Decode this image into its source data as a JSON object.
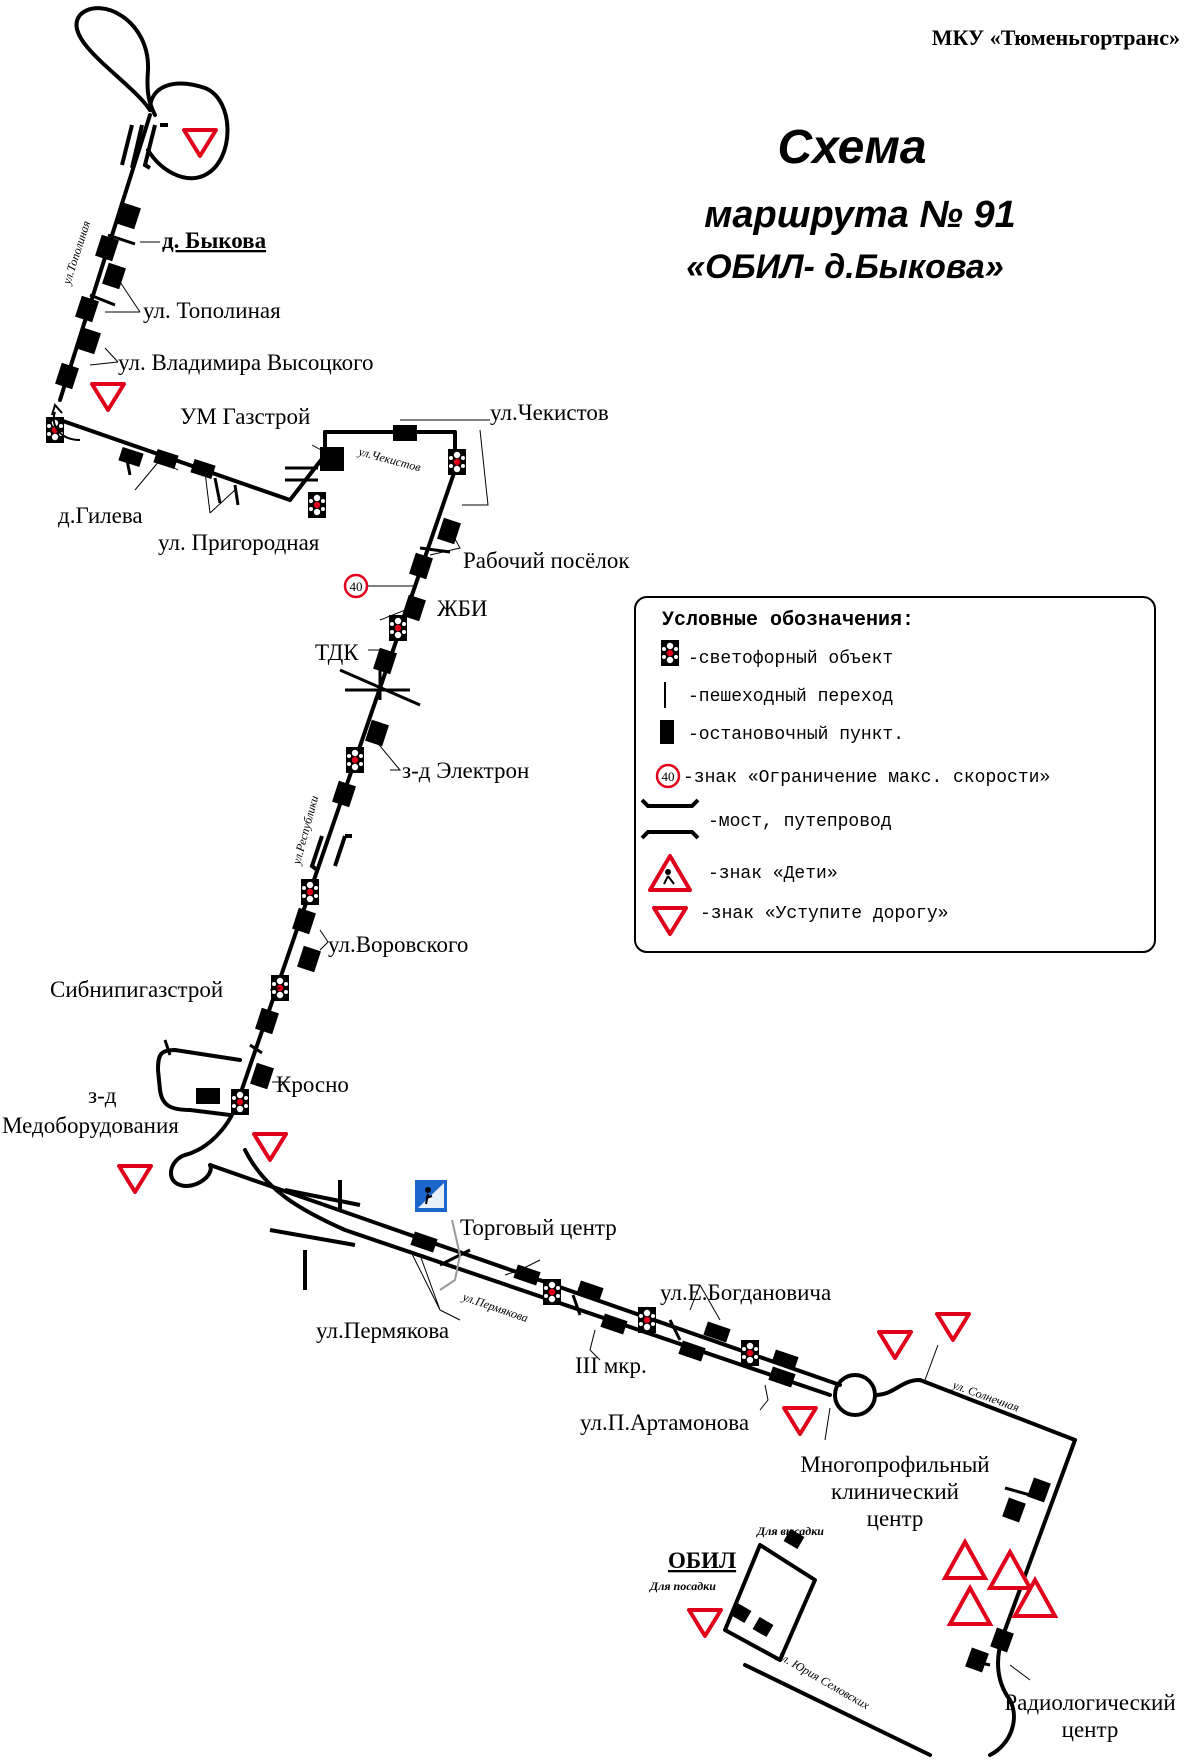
{
  "header": {
    "org": "МКУ «Тюменьгортранс»",
    "title": "Схема",
    "subtitle": "маршрута № 91",
    "route": "«ОБИЛ- д.Быкова»"
  },
  "stops": {
    "bykova": "д. Быкова",
    "topolinaya": "ул. Тополиная",
    "vysotskogo": "ул. Владимира Высоцкого",
    "um_gazstroy": "УМ Газстрой",
    "chekistov": "ул.Чекистов",
    "gileva": "д.Гилева",
    "prigorodnaya": "ул. Пригородная",
    "rabochiy": "Рабочий посёлок",
    "zhbi": "ЖБИ",
    "tdk": "ТДК",
    "elektron": "з-д Электрон",
    "vorovskogo": "ул.Воровского",
    "sibnipi": "Сибнипигазстрой",
    "krosno": "Кросно",
    "medob_1": "з-д",
    "medob_2": "Медоборудования",
    "torgovy": "Торговый центр",
    "bogdanovicha": "ул.Е.Богдановича",
    "permyakova": "ул.Пермякова",
    "iii_mkr": "III мкр.",
    "artamonova": "ул.П.Артамонова",
    "mkc_1": "Многопрофильный",
    "mkc_2": "клинический",
    "mkc_3": "центр",
    "obil": "ОБИЛ",
    "radio_1": "Радиологический",
    "radio_2": "центр"
  },
  "streets": {
    "topolinaya": "ул.Тополиная",
    "chekistov": "ул.Чекистов",
    "respubliki": "ул.Республики",
    "permyakova": "ул.Пермякова",
    "solnechnaya": "ул. Солнечная",
    "semovskikh": "ул. Юрия Семовских",
    "dlya_vysadki": "Для высадки",
    "dlya_posadki": "Для посадки"
  },
  "speed_limit": "40",
  "legend": {
    "title": "Условные обозначения:",
    "items": [
      {
        "icon": "traffic-light-icon",
        "label": "-светофорный объект"
      },
      {
        "icon": "crosswalk-icon",
        "label": "-пешеходный переход"
      },
      {
        "icon": "bus-stop-icon",
        "label": "-остановочный пункт."
      },
      {
        "icon": "speed-limit-icon",
        "label": "-знак «Ограничение макс. скорости»"
      },
      {
        "icon": "bridge-icon",
        "label": "-мост, путепровод"
      },
      {
        "icon": "children-sign-icon",
        "label": "-знак «Дети»"
      },
      {
        "icon": "yield-sign-icon",
        "label": "-знак «Уступите дорогу»"
      }
    ]
  },
  "colors": {
    "route": "#000000",
    "sign_red": "#e0001b",
    "crossing_blue": "#1a66cc"
  }
}
